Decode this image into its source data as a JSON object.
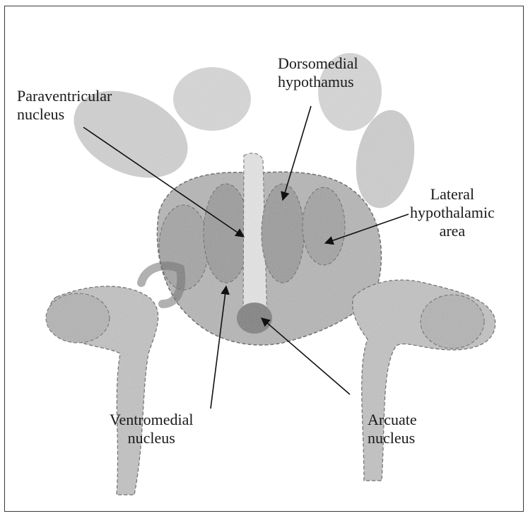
{
  "labels": {
    "paraventricular": "Paraventricular\nnucleus",
    "dorsomedial": "Dorsomedial\nhypothamus",
    "lateral": "Lateral\nhypothalamic\narea",
    "ventromedial": "Ventromedial\nnucleus",
    "arcuate": "Arcuate\nnucleus"
  },
  "colors": {
    "tissue_light": "#cfcfcf",
    "tissue_mid": "#a9a9a9",
    "tissue_dark": "#7c7c7c",
    "outline": "#5a5a5a",
    "arrow": "#111111"
  }
}
